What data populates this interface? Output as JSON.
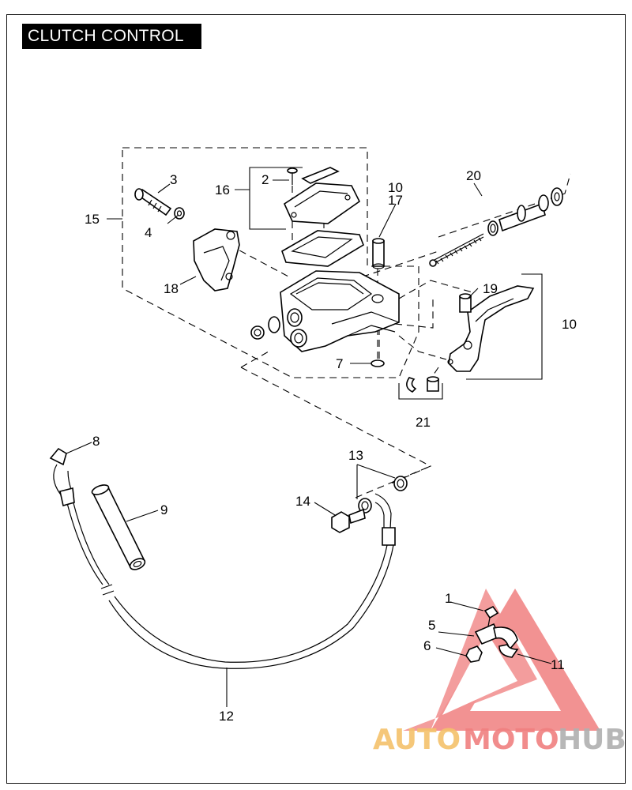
{
  "title": "CLUTCH CONTROL",
  "callouts": {
    "c1": "1",
    "c2": "2",
    "c3": "3",
    "c4": "4",
    "c5": "5",
    "c6": "6",
    "c7": "7",
    "c8": "8",
    "c9": "9",
    "c10a": "10",
    "c10b": "10",
    "c11": "11",
    "c12": "12",
    "c13": "13",
    "c14": "14",
    "c15": "15",
    "c16": "16",
    "c17": "17",
    "c18": "18",
    "c19": "19",
    "c20": "20",
    "c21": "21"
  },
  "watermark": {
    "word_auto": "AUTO",
    "word_moto": "MOTO",
    "word_hub": "HUB",
    "color_auto": "#f5c26b",
    "color_moto": "#f08080",
    "color_hub": "#b0b0b0",
    "triangle_color": "#f08080"
  }
}
